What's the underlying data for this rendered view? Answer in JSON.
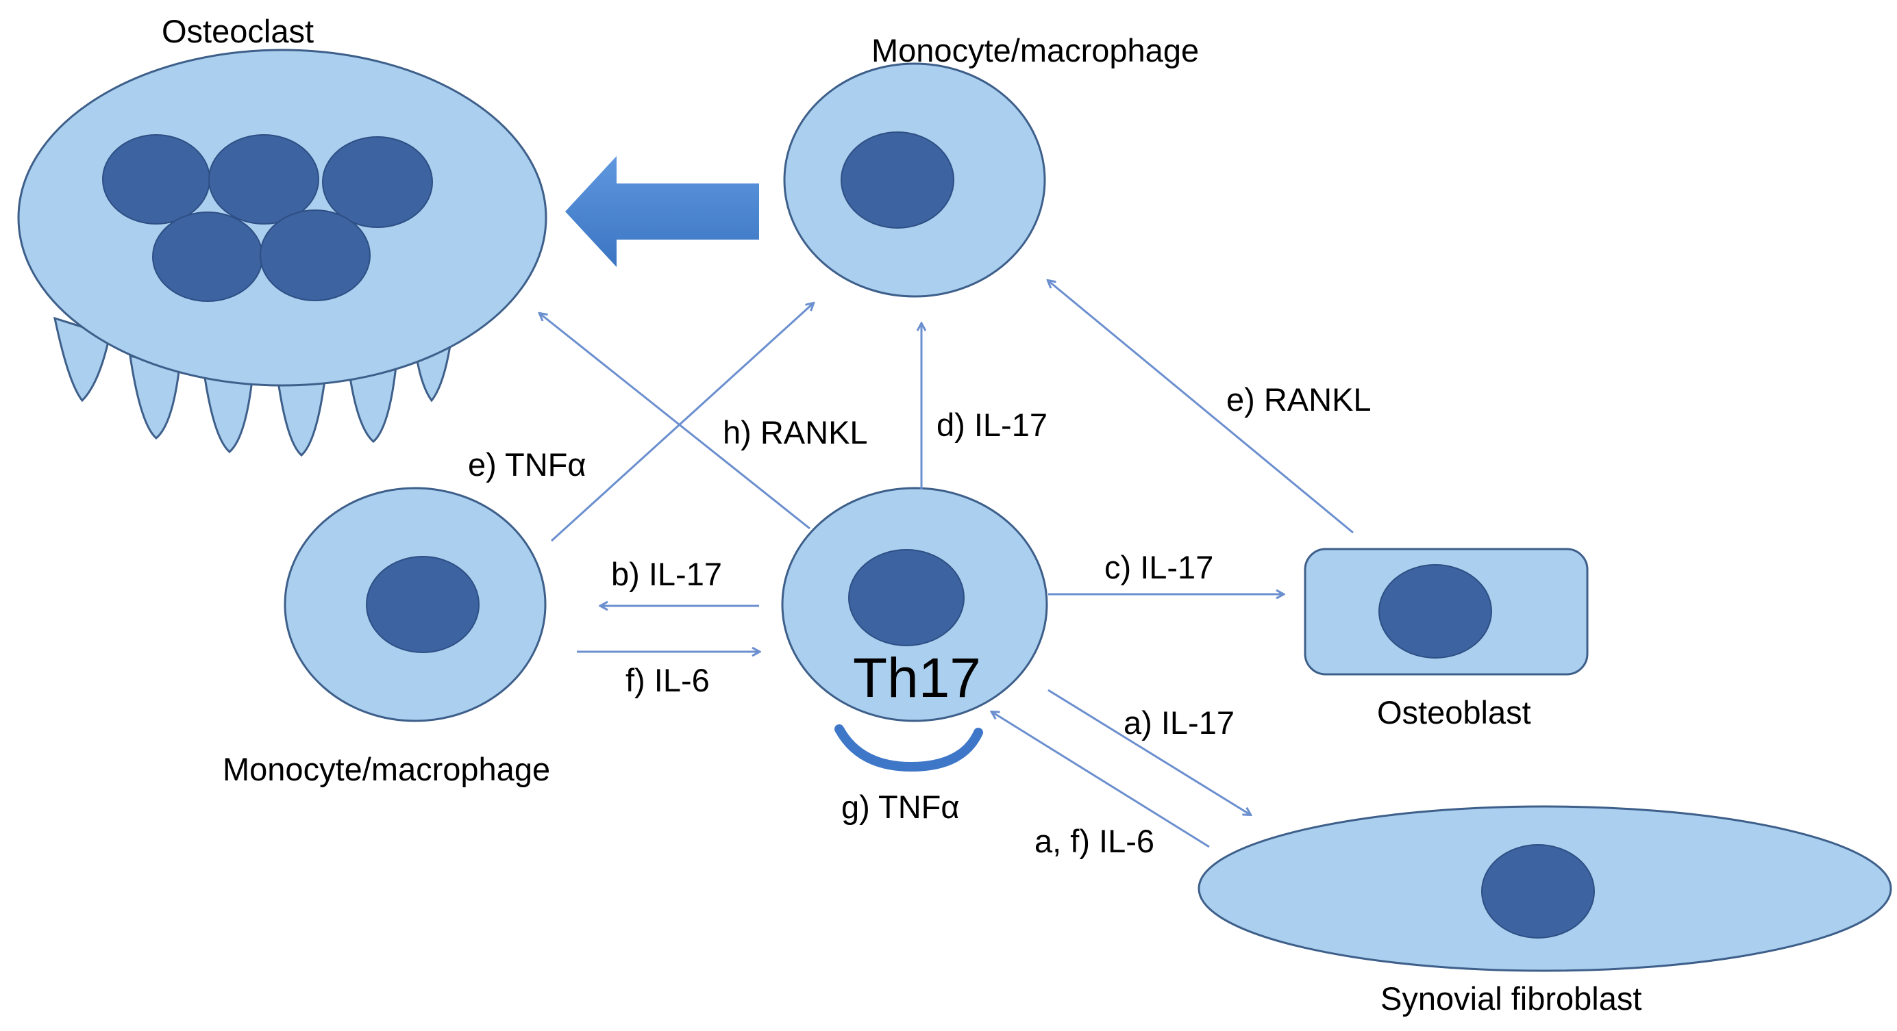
{
  "colors": {
    "cell_fill": "#abcfee",
    "cell_stroke": "#3d5f8a",
    "nucleus": "#3d64a0",
    "arrow": "#6b8fcf",
    "big_arrow": "#4a86d4"
  },
  "cells": {
    "osteoclast": "Osteoclast",
    "monocyte_top": "Monocyte/macrophage",
    "monocyte_left": "Monocyte/macrophage",
    "th17": "Th17",
    "osteoblast": "Osteoblast",
    "synovial_fibroblast": "Synovial fibroblast"
  },
  "signals": {
    "h_rankl": "h) RANKL",
    "d_il17": "d) IL-17",
    "e_rankl": "e) RANKL",
    "e_tnfa": "e) TNFα",
    "b_il17": "b) IL-17",
    "f_il6": "f) IL-6",
    "c_il17": "c) IL-17",
    "a_il17": "a) IL-17",
    "g_tnfa": "g) TNFα",
    "af_il6": "a, f) IL-6"
  }
}
